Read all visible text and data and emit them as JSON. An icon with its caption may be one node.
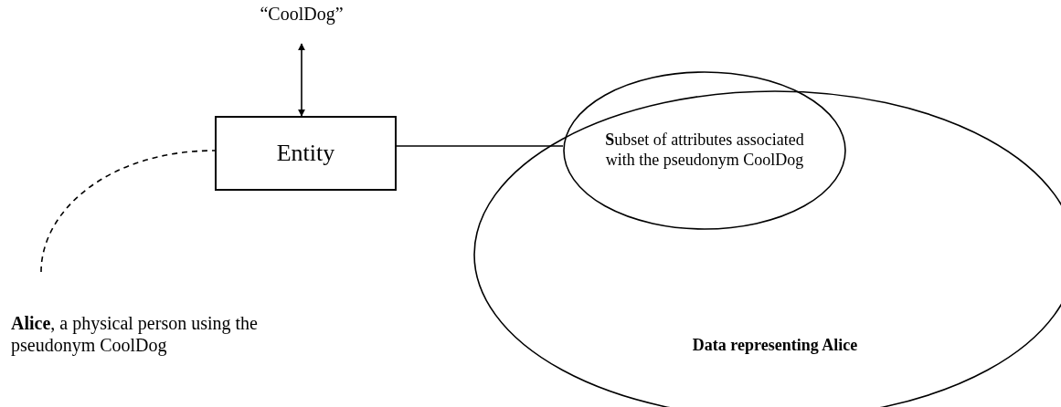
{
  "diagram": {
    "nodes": [
      {
        "text": [
          "“CoolDog”"
        ]
      },
      {
        "text": [
          "Entity"
        ]
      },
      {
        "text": [
          "Data representing Alice"
        ]
      },
      {
        "text": [
          "**S**ubset of attributes associated with the pseudonym CoolDog"
        ]
      },
      {
        "text": [
          "**Alice**, a physical person using the pseudonym CoolDog"
        ]
      }
    ],
    "edges": [
      {
        "from": 0,
        "to": 1,
        "arrow": "both"
      },
      {
        "from": 1,
        "to": 3,
        "arrow": "none"
      },
      {
        "from": 4,
        "to": 1,
        "arrow": "none",
        "style": "dashed"
      }
    ]
  }
}
